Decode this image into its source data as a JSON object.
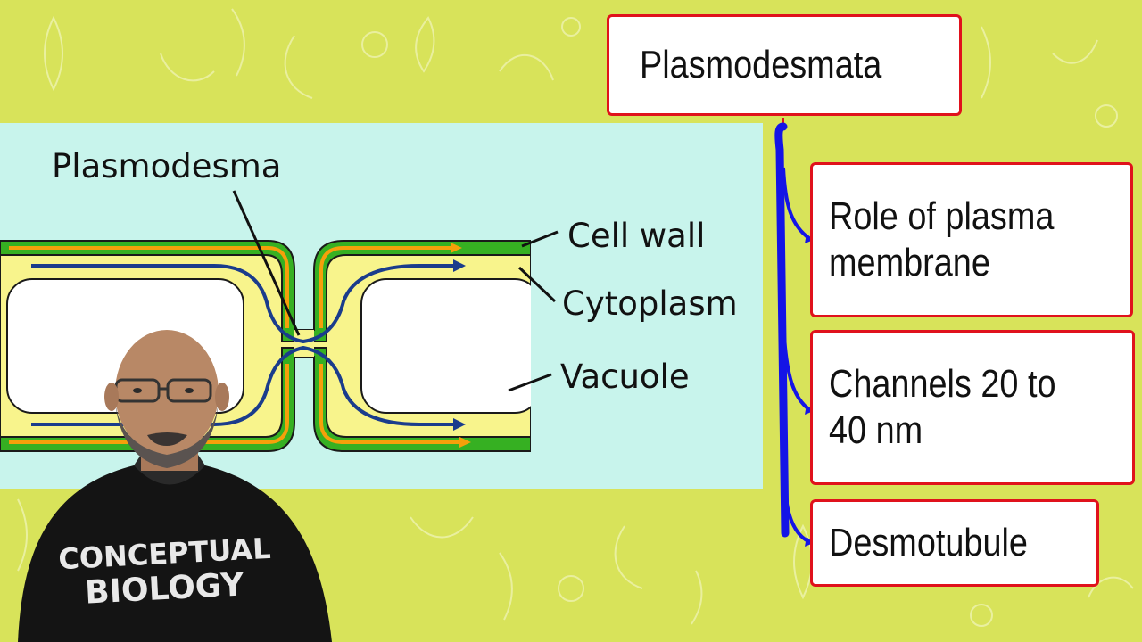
{
  "diagram": {
    "labels": {
      "plasmodesma": "Plasmodesma",
      "cell_wall": "Cell wall",
      "cytoplasm": "Cytoplasm",
      "vacuole": "Vacuole"
    }
  },
  "mindmap": {
    "title": "Plasmodesmata",
    "items": [
      "Role of plasma membrane",
      "Channels 20 to 40 nm",
      "Desmotubule"
    ]
  },
  "presenter": {
    "shirt_line1": "CONCEPTUAL",
    "shirt_line2": "BIOLOGY"
  },
  "colors": {
    "background": "#d8e35a",
    "panel": "#c8f4ec",
    "box_border": "#e0121c",
    "connector": "#1414e6",
    "cell_wall": "#36b022",
    "cytoplasm": "#f8f48c",
    "arrow_blue": "#1a3c8c",
    "arrow_orange": "#f5a00a"
  }
}
